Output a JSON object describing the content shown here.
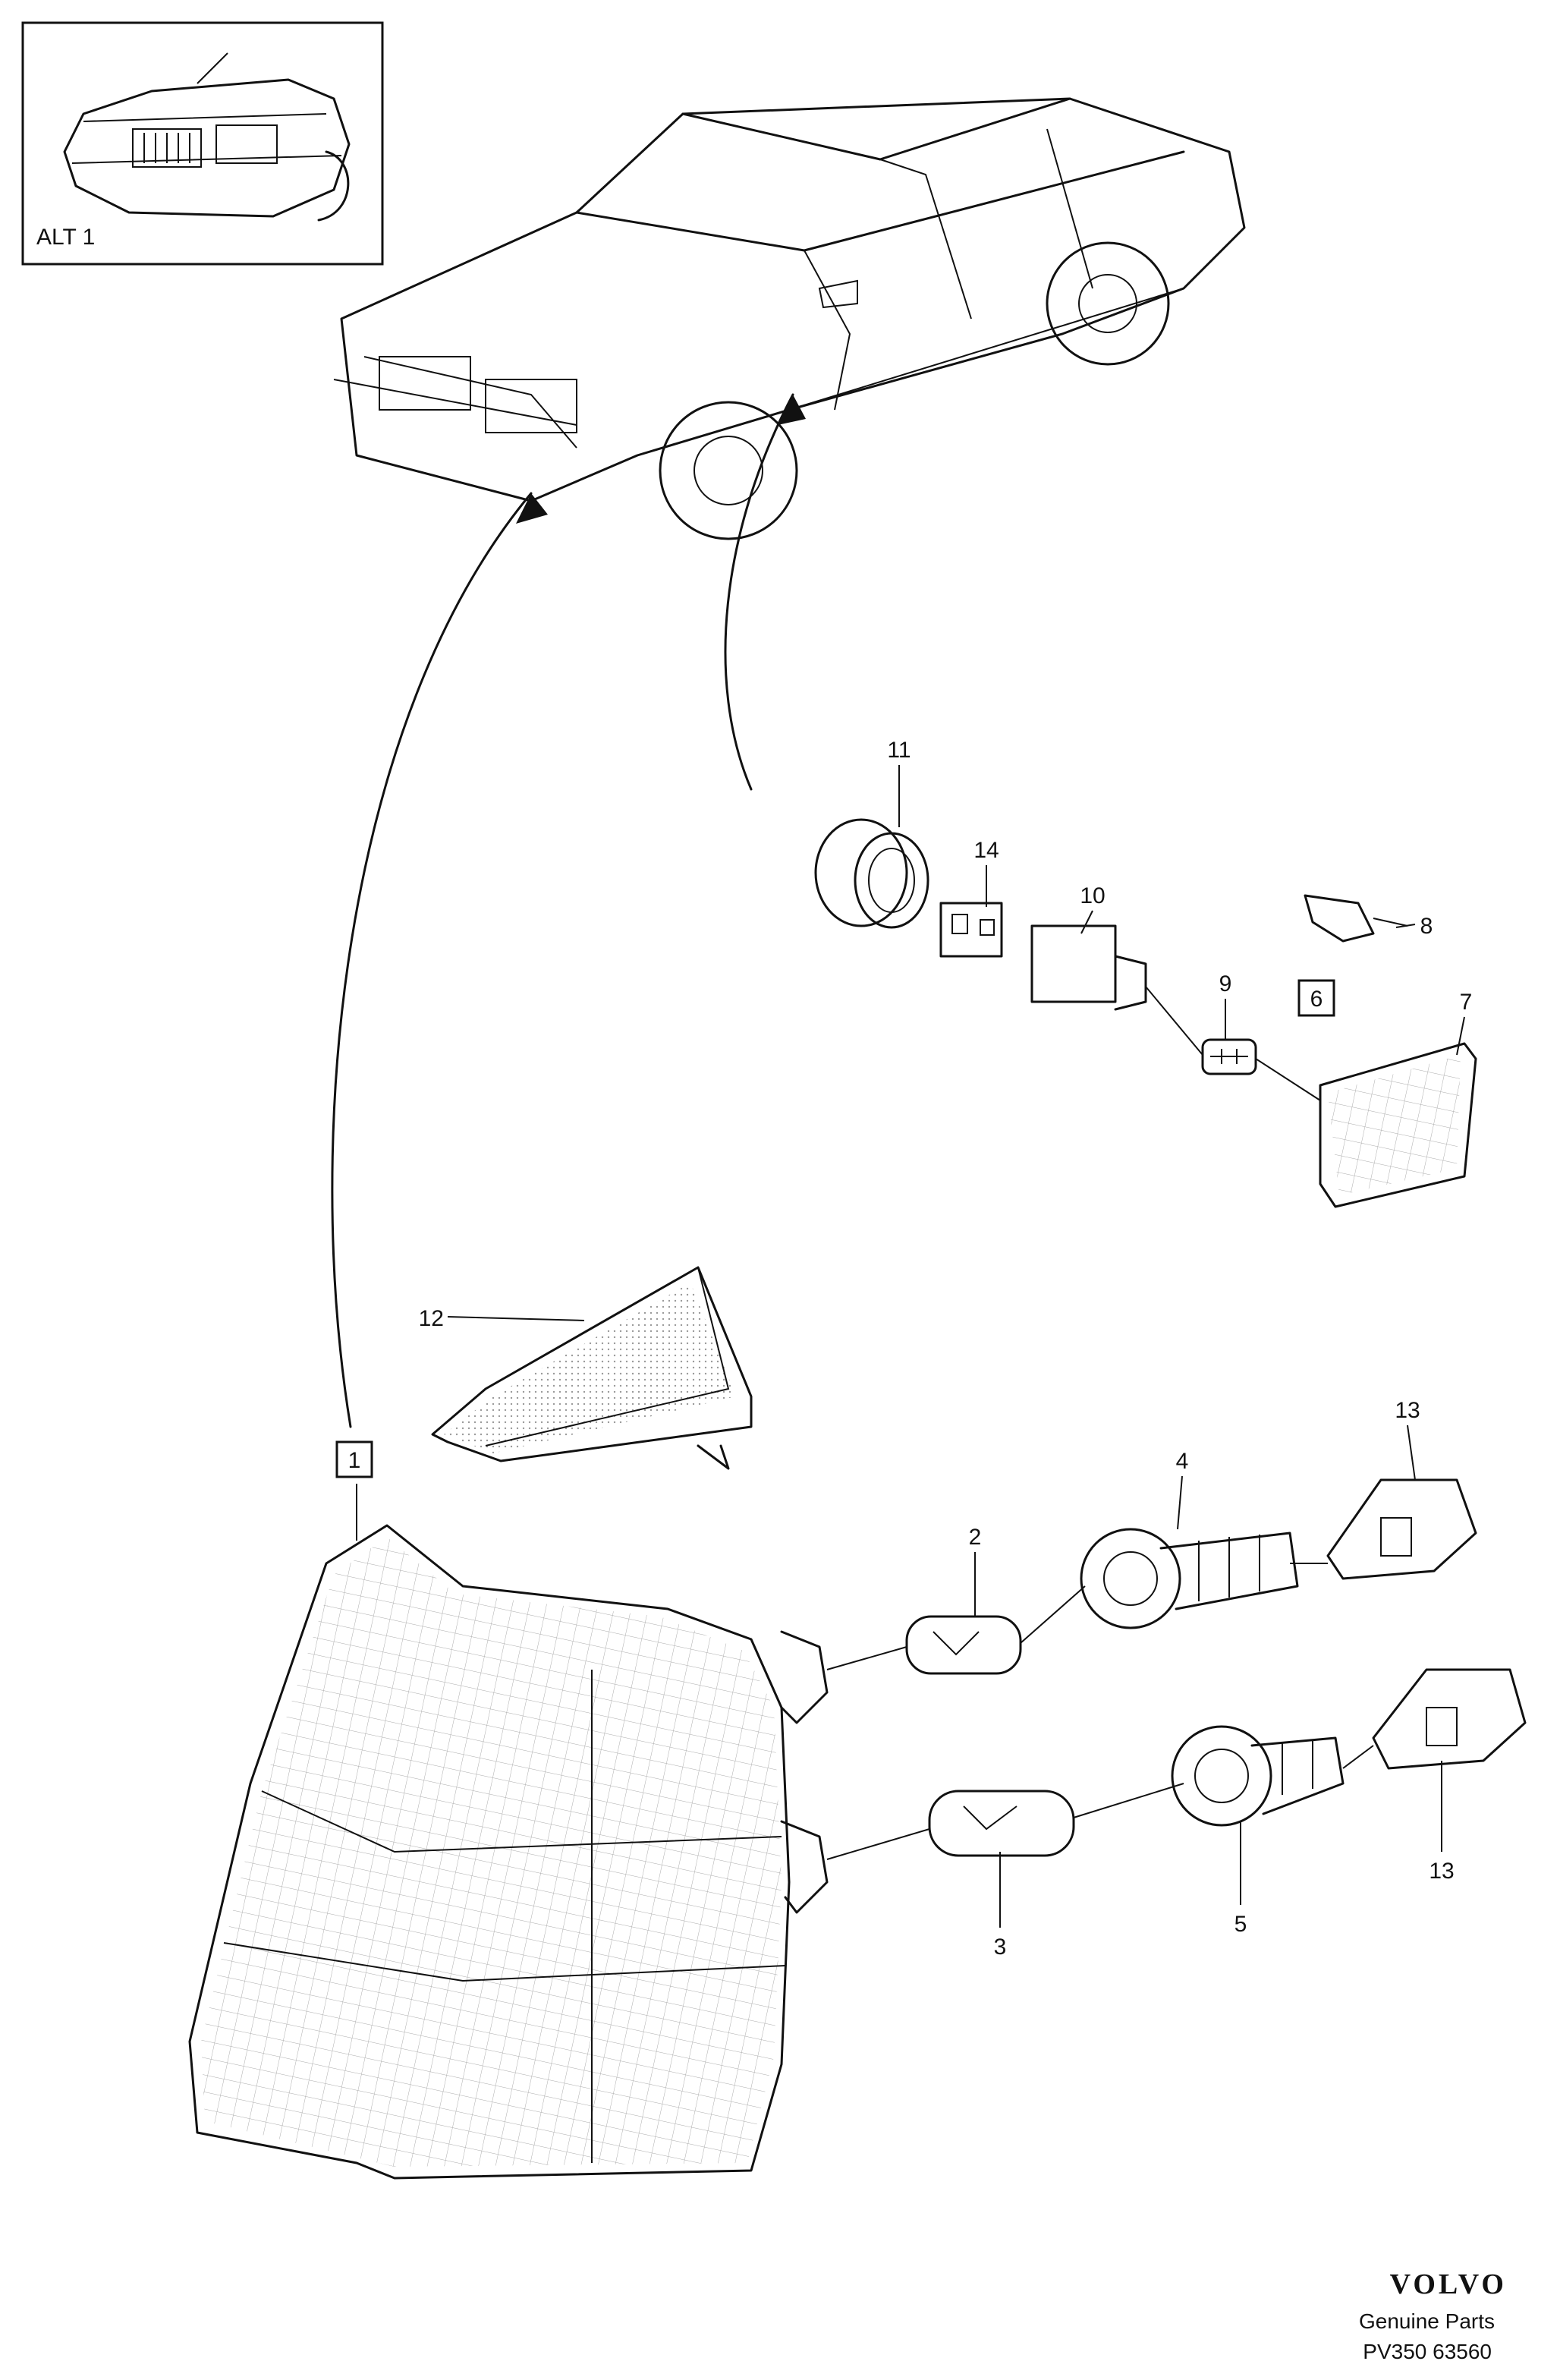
{
  "inset": {
    "label": "ALT 1"
  },
  "callouts": [
    {
      "id": "c1",
      "text": "1",
      "boxed": true
    },
    {
      "id": "c2",
      "text": "2",
      "boxed": false
    },
    {
      "id": "c3",
      "text": "3",
      "boxed": false
    },
    {
      "id": "c4",
      "text": "4",
      "boxed": false
    },
    {
      "id": "c5",
      "text": "5",
      "boxed": false
    },
    {
      "id": "c6",
      "text": "6",
      "boxed": true
    },
    {
      "id": "c7",
      "text": "7",
      "boxed": false
    },
    {
      "id": "c8",
      "text": "8",
      "boxed": false
    },
    {
      "id": "c9",
      "text": "9",
      "boxed": false
    },
    {
      "id": "c10",
      "text": "10",
      "boxed": false
    },
    {
      "id": "c11",
      "text": "11",
      "boxed": false
    },
    {
      "id": "c12",
      "text": "12",
      "boxed": false
    },
    {
      "id": "c13a",
      "text": "13",
      "boxed": false
    },
    {
      "id": "c13b",
      "text": "13",
      "boxed": false
    },
    {
      "id": "c14",
      "text": "14",
      "boxed": false
    }
  ],
  "footer": {
    "brand": "VOLVO",
    "tagline": "Genuine Parts",
    "ref": "PV350 63560"
  }
}
